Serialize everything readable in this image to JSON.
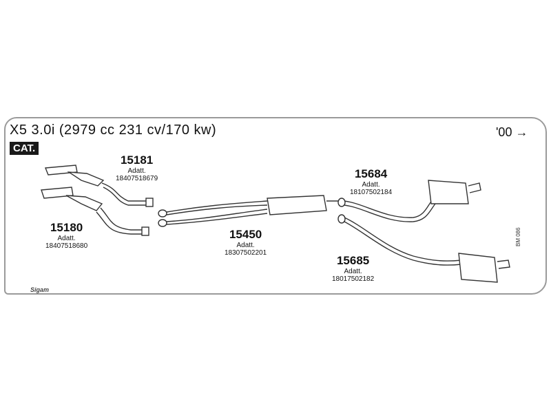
{
  "header": {
    "title": "X5 3.0i (2979 cc 231 cv/170 kw)",
    "year": "'00 →",
    "badge": "CAT."
  },
  "parts": [
    {
      "number": "15181",
      "adapt": "Adatt.",
      "ref": "18407518679"
    },
    {
      "number": "15180",
      "adapt": "Adatt.",
      "ref": "18407518680"
    },
    {
      "number": "15450",
      "adapt": "Adatt.",
      "ref": "18307502201"
    },
    {
      "number": "15684",
      "adapt": "Adatt.",
      "ref": "18107502184"
    },
    {
      "number": "15685",
      "adapt": "Adatt.",
      "ref": "18017502182"
    }
  ],
  "footer": {
    "code": "BM 086",
    "brand": "Sigam"
  },
  "colors": {
    "line": "#333333",
    "frame": "#9a9a9a"
  }
}
